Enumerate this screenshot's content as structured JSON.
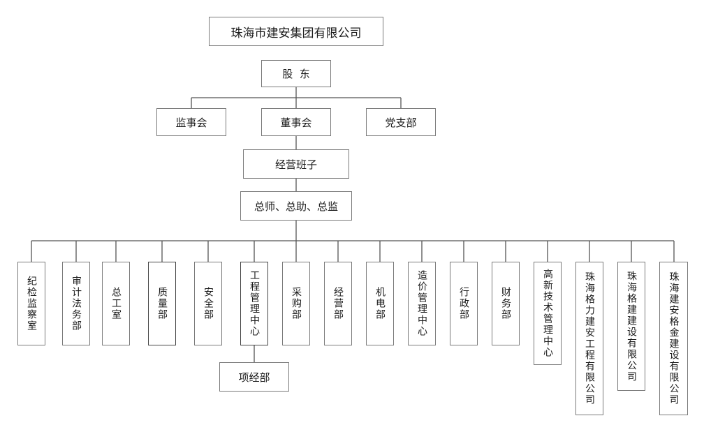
{
  "company": "珠海市建安集团有限公司",
  "shareholders": "股  东",
  "boards": {
    "supervisory": "监事会",
    "directors": "董事会",
    "party": "党支部"
  },
  "management": "经营班子",
  "executives": "总师、总助、总监",
  "departments": [
    "纪检监察室",
    "审计法务部",
    "总工室",
    "质量部",
    "安全部",
    "工程管理中心",
    "采购部",
    "经营部",
    "机电部",
    "造价管理中心",
    "行政部",
    "财务部",
    "高新技术管理中心",
    "珠海格力建安工程有限公司",
    "珠海格建建设有限公司",
    "珠海建安格金建设有限公司"
  ],
  "project_dept": "项经部"
}
